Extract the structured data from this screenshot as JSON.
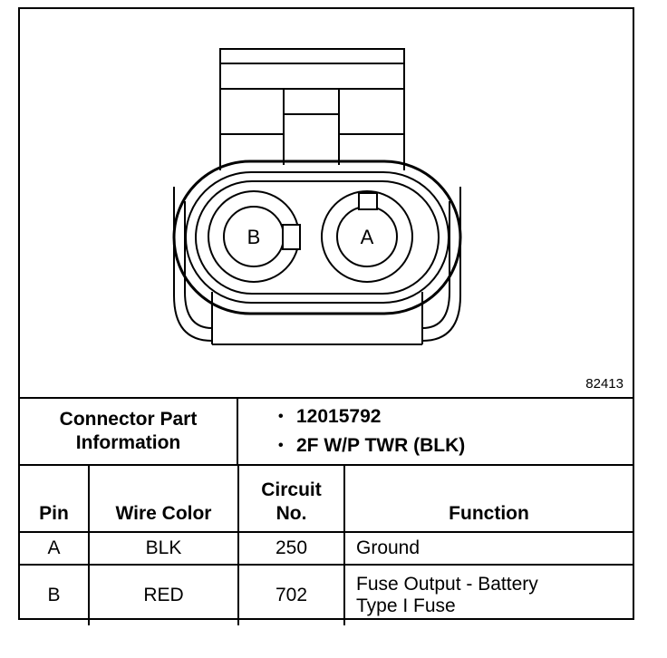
{
  "figure_number": "82413",
  "connector": {
    "heading_line1": "Connector Part",
    "heading_line2": "Information",
    "items": [
      "12015792",
      "2F W/P TWR (BLK)"
    ]
  },
  "pins": {
    "left_label": "B",
    "right_label": "A"
  },
  "table": {
    "headers": {
      "pin": "Pin",
      "wire_color": "Wire Color",
      "circuit_line1": "Circuit",
      "circuit_line2": "No.",
      "function": "Function"
    },
    "rows": [
      {
        "pin": "A",
        "wire_color": "BLK",
        "circuit": "250",
        "function_line1": "Ground",
        "function_line2": ""
      },
      {
        "pin": "B",
        "wire_color": "RED",
        "circuit": "702",
        "function_line1": "Fuse Output - Battery",
        "function_line2": "Type I Fuse"
      }
    ]
  }
}
